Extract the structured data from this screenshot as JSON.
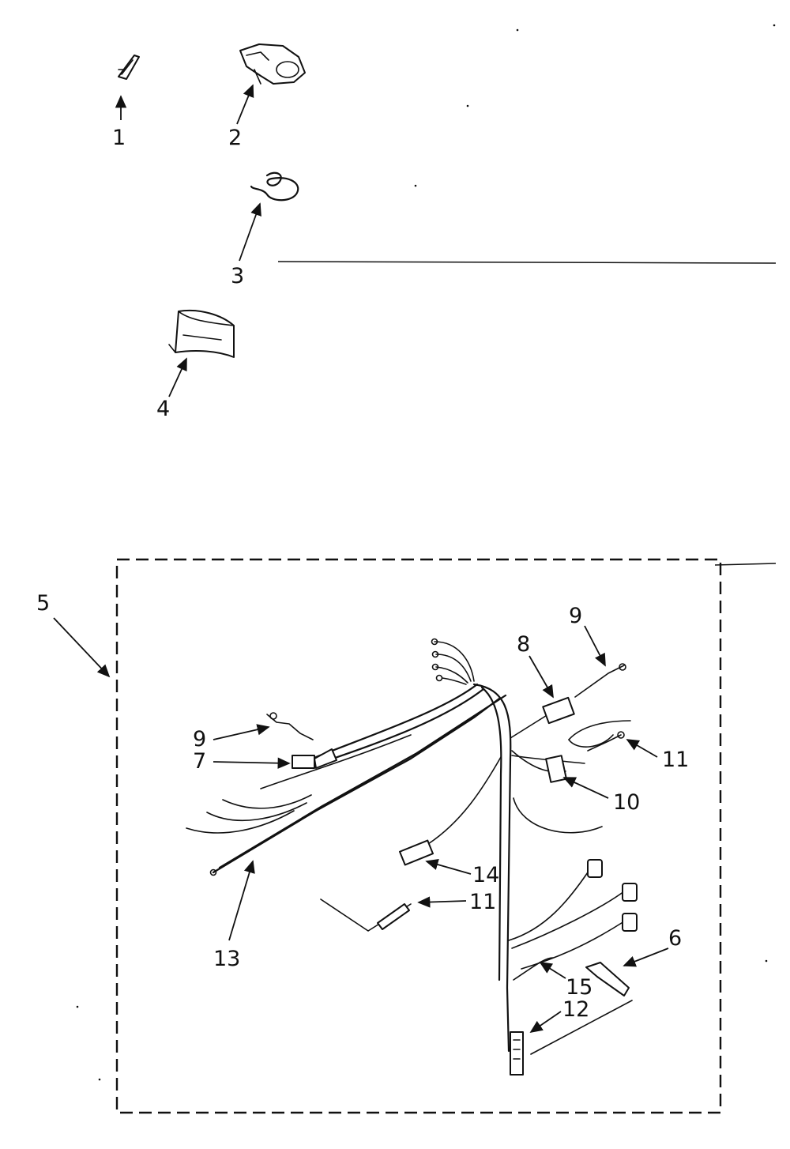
{
  "diagram": {
    "callouts": {
      "p1": "1",
      "p2": "2",
      "p3": "3",
      "p4": "4",
      "p5": "5",
      "p6": "6",
      "p7": "7",
      "p8": "8",
      "p9a": "9",
      "p9b": "9",
      "p10": "10",
      "p11a": "11",
      "p11b": "11",
      "p12": "12",
      "p13": "13",
      "p14": "14",
      "p15": "15"
    },
    "colors": {
      "ink": "#111111",
      "paper": "#ffffff"
    }
  }
}
